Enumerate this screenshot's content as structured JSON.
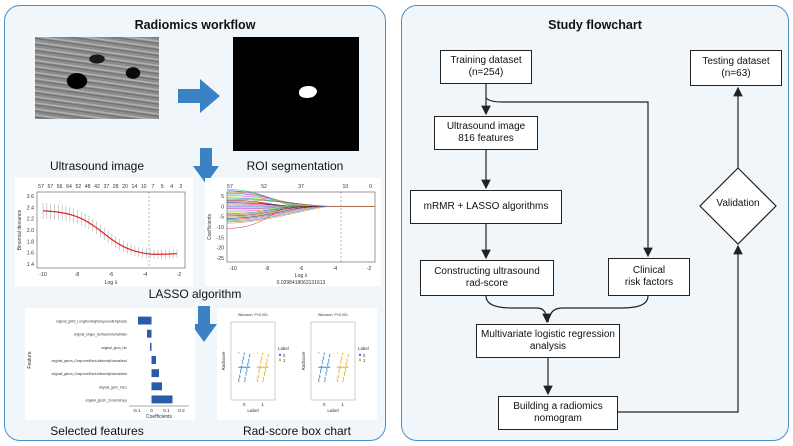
{
  "left": {
    "title": "Radiomics workflow",
    "captions": {
      "ultrasound": "Ultrasound image",
      "roi": "ROI segmentation",
      "lasso": "LASSO algorithm",
      "features": "Selected features",
      "boxchart": "Rad-score box chart"
    },
    "lasso_cv": {
      "top_ticks": [
        "57",
        "57",
        "56",
        "64",
        "52",
        "48",
        "42",
        "37",
        "28",
        "20",
        "14",
        "10",
        "7",
        "5",
        "4",
        "2"
      ],
      "y_ticks": [
        "2.6",
        "2.4",
        "2.2",
        "2.0",
        "1.8",
        "1.6",
        "1.4"
      ],
      "x_ticks": [
        "-10",
        "-8",
        "-6",
        "-4",
        "-2"
      ],
      "xlabel": "Log λ",
      "ylabel": "Binomial deviance"
    },
    "lasso_path": {
      "top_ticks": [
        "57",
        "52",
        "37",
        "10",
        "0"
      ],
      "y_ticks": [
        "5",
        "0",
        "-5",
        "-10",
        "-15",
        "-20",
        "-25"
      ],
      "x_ticks": [
        "-10",
        "-8",
        "-6",
        "-4",
        "-2"
      ],
      "xlabel": "Log λ",
      "ylabel": "Coefficients",
      "lambda_value": "0.0298418063131613"
    },
    "features_chart": {
      "feature_labels": [
        "original_glrlm_LongRunHighGrayLevelEmphasis",
        "original_shape_SurfaceVolumeRatio",
        "original_glcm_Idn",
        "original_glszm_GrayLevelNonUniformityNormalized",
        "original_glszm_GrayLevelNonUniformityNormalized",
        "original_glcm_Imc1",
        "original_glszm_ZoneEntropy"
      ],
      "values": [
        -0.09,
        -0.03,
        -0.01,
        0.03,
        0.05,
        0.07,
        0.14
      ],
      "x_ticks": [
        "-0.1",
        "0",
        "0.1",
        "0.2"
      ],
      "xlabel": "Coefficients",
      "ylabel": "Feature",
      "bar_color": "#2a5ba8"
    },
    "box_charts": [
      {
        "title": "Wilcoxon, P<0.001",
        "xlabel": "Label",
        "ylabel": "Radscore",
        "x_ticks": [
          "0",
          "1"
        ],
        "legend_title": "Label",
        "legend": [
          "0",
          "1"
        ]
      },
      {
        "title": "Wilcoxon, P<0.001",
        "xlabel": "Label",
        "ylabel": "Radscore",
        "x_ticks": [
          "0",
          "1"
        ],
        "legend_title": "Label",
        "legend": [
          "0",
          "1"
        ]
      }
    ],
    "colors": {
      "arrow": "#3b82c4",
      "group0": "#3a8ccf",
      "group1": "#e3b325"
    }
  },
  "right": {
    "title": "Study flowchart",
    "boxes": {
      "training": [
        "Training dataset",
        "(n=254)"
      ],
      "testing": [
        "Testing dataset",
        "(n=63)"
      ],
      "ultrasound": [
        "Ultrasound image",
        "816 features"
      ],
      "mrmr": [
        "mRMR + LASSO algorithms"
      ],
      "radscore": [
        "Constructing ultrasound",
        "rad-score"
      ],
      "clinical": [
        "Clinical",
        "risk factors"
      ],
      "multivariate": [
        "Multivariate logistic regression",
        "analysis"
      ],
      "nomogram": [
        "Building a radiomics",
        "nomogram"
      ],
      "validation": [
        "Validation"
      ]
    }
  }
}
